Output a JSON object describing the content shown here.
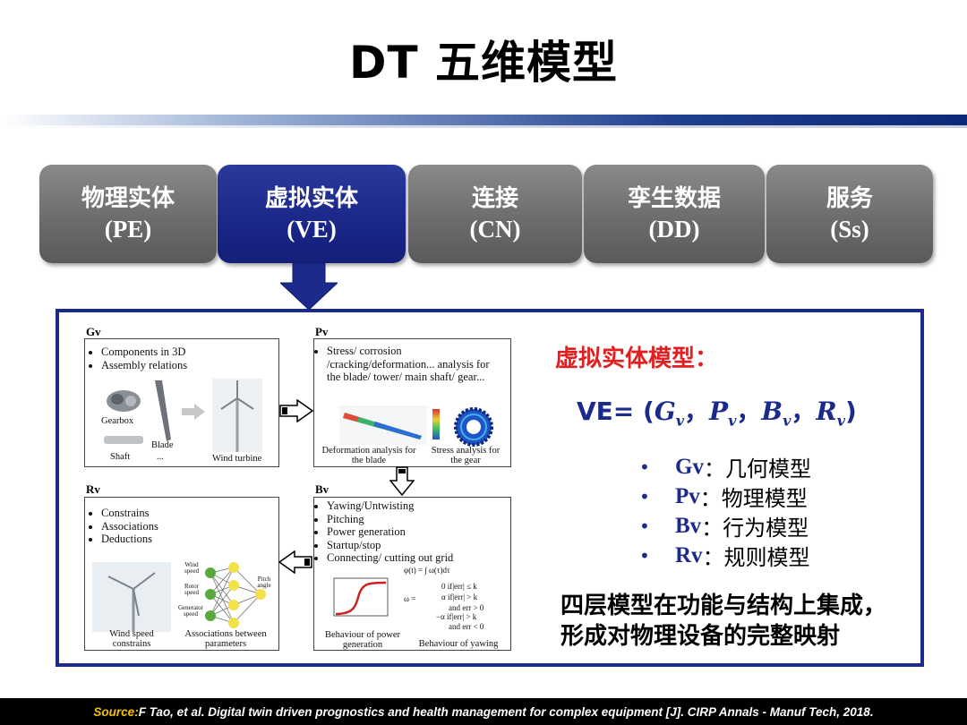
{
  "title": "DT 五维模型",
  "tabs": [
    {
      "zh": "物理实体",
      "en": "(PE)"
    },
    {
      "zh": "虚拟实体",
      "en": "(VE)"
    },
    {
      "zh": "连接",
      "en": "(CN)"
    },
    {
      "zh": "孪生数据",
      "en": "(DD)"
    },
    {
      "zh": "服务",
      "en": "(Ss)"
    }
  ],
  "colors": {
    "accent": "#1c2a8c",
    "tab_gray": "#757575",
    "red": "#e02020",
    "source_yellow": "#f2c200"
  },
  "figure": {
    "gv": {
      "label": "Gv",
      "bullets": [
        "Components in 3D",
        "Assembly relations"
      ],
      "captions": {
        "gearbox": "Gearbox",
        "blade": "Blade",
        "shaft": "Shaft",
        "ellipsis": "...",
        "turbine": "Wind turbine"
      }
    },
    "pv": {
      "label": "Pv",
      "bullets": [
        "Stress/ corrosion /cracking/deformation... analysis for the blade/ tower/ main shaft/ gear..."
      ],
      "captions": {
        "deform": "Deformation analysis for the blade",
        "stress": "Stress analysis for the gear"
      }
    },
    "rv": {
      "label": "Rv",
      "bullets": [
        "Constrains",
        "Associations",
        "Deductions"
      ],
      "captions": {
        "wind": "Wind speed constrains",
        "assoc": "Associations between parameters"
      },
      "nodes": {
        "wind_speed": "Wind speed",
        "rotor_speed": "Rotor speed",
        "generator_speed": "Generator speed",
        "pitch": "Pitch angle"
      }
    },
    "bv": {
      "label": "Bv",
      "bullets": [
        "Yawing/Untwisting",
        "Pitching",
        "Power generation",
        "Startup/stop",
        "Connecting/ cutting out grid"
      ],
      "captions": {
        "power": "Behaviour of power generation",
        "yawing": "Behaviour of  yawing"
      }
    }
  },
  "right": {
    "heading": "虚拟实体模型：",
    "formula": {
      "prefix": "VE= (",
      "terms": [
        "G",
        "P",
        "B",
        "R"
      ],
      "sub": "v",
      "sep": "，",
      "suffix": ")"
    },
    "items": [
      {
        "key": "Gv",
        "value": "：几何模型"
      },
      {
        "key": "Pv",
        "value": "：物理模型"
      },
      {
        "key": "Bv",
        "value": "：行为模型"
      },
      {
        "key": "Rv",
        "value": "：规则模型"
      }
    ],
    "summary": [
      "四层模型在功能与结构上集成，",
      "形成对物理设备的完整映射"
    ]
  },
  "footer": {
    "source_label": "Source:",
    "text": " F Tao, et al. Digital twin driven prognostics and health management for complex equipment [J]. CIRP Annals - Manuf Tech, 2018."
  }
}
